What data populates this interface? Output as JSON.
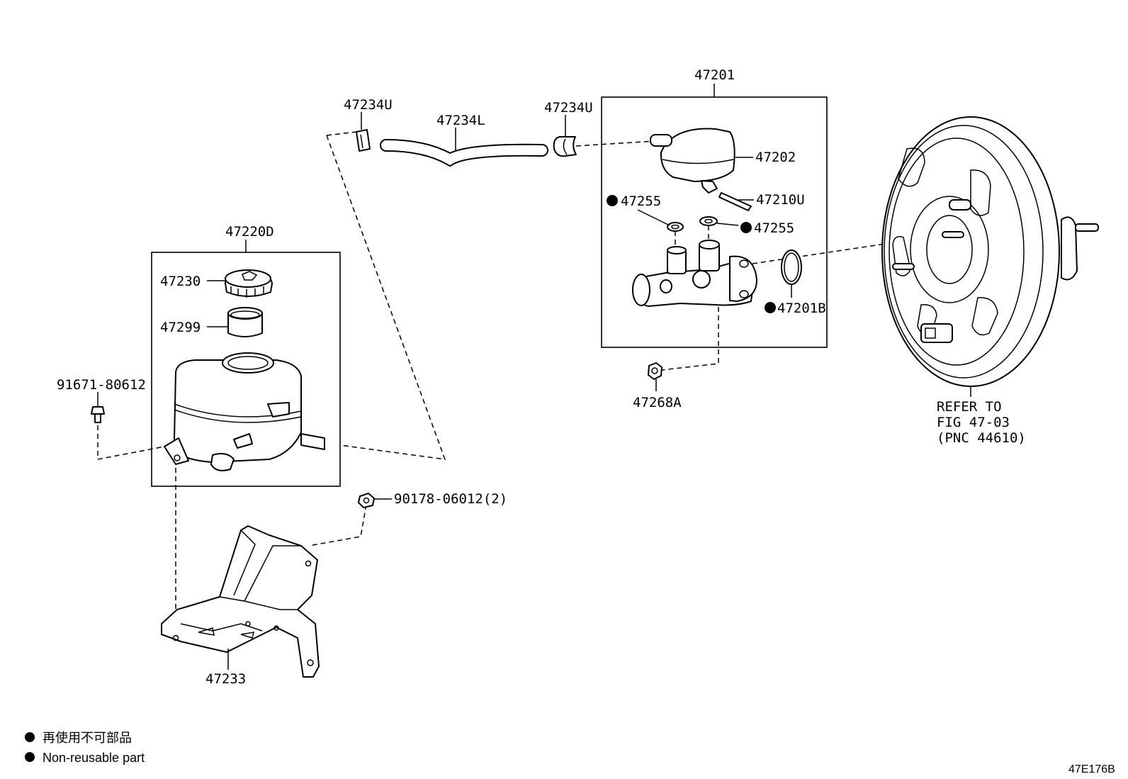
{
  "labels": {
    "p47201": "47201",
    "p47202": "47202",
    "p47210U": "47210U",
    "p47255a": "47255",
    "p47255b": "47255",
    "p47201B": "47201B",
    "p47268A": "47268A",
    "p47234U_left": "47234U",
    "p47234L": "47234L",
    "p47234U_right": "47234U",
    "p47220D": "47220D",
    "p47230": "47230",
    "p47299": "47299",
    "p91671": "91671-80612",
    "p90178": "90178-06012(2)",
    "p47233": "47233",
    "refer_line1": "REFER TO",
    "refer_line2": "FIG 47-03",
    "refer_line3": "(PNC 44610)"
  },
  "legend": {
    "japanese": "再使用不可部品",
    "english": "Non-reusable part"
  },
  "figure_code": "47E176B",
  "colors": {
    "ink": "#000000",
    "paper": "#ffffff"
  }
}
